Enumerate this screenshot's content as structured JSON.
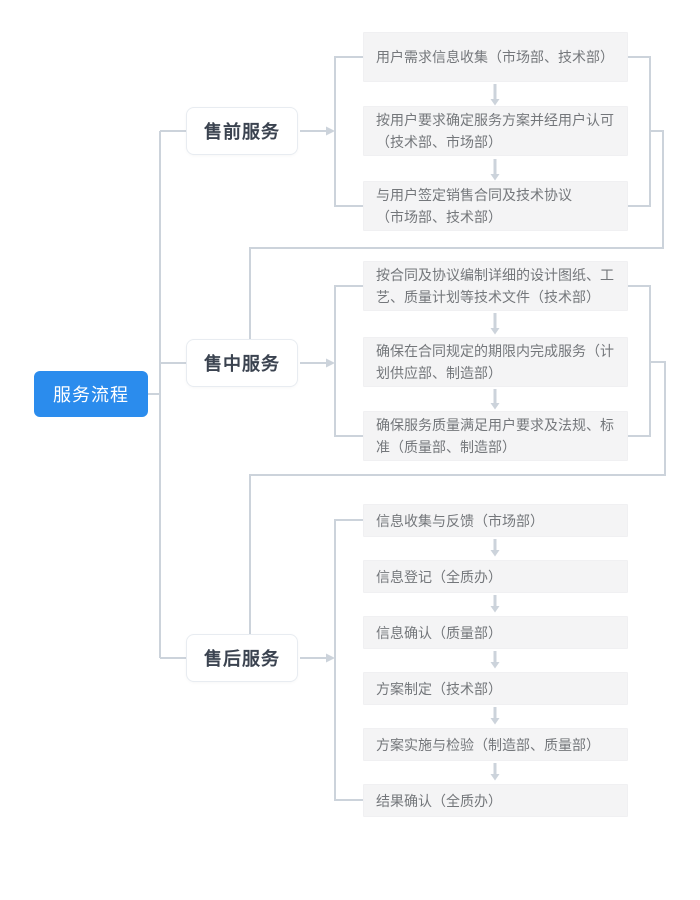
{
  "title": "服务流程",
  "colors": {
    "page_bg": "#ffffff",
    "root_bg": "#2b8ced",
    "root_text": "#ffffff",
    "line": "#ccd3db",
    "branch_bg": "#ffffff",
    "branch_border": "#e8ecf1",
    "branch_text": "#3b4350",
    "step_bg": "#f4f4f5",
    "step_border": "#f0f0f2",
    "step_text": "#74777b"
  },
  "root": {
    "label": "服务流程"
  },
  "groups": [
    {
      "label": "售前服务",
      "steps": [
        "用户需求信息收集（市场部、技术部）",
        "按用户要求确定服务方案并经用户认可\n（技术部、市场部）",
        "与用户签定销售合同及技术协议\n（市场部、技术部）"
      ]
    },
    {
      "label": "售中服务",
      "steps": [
        "按合同及协议编制详细的设计图纸、工\n艺、质量计划等技术文件（技术部）",
        "确保在合同规定的期限内完成服务（计\n划供应部、制造部）",
        "确保服务质量满足用户要求及法规、标\n准（质量部、制造部）"
      ]
    },
    {
      "label": "售后服务",
      "steps": [
        "信息收集与反馈（市场部）",
        "信息登记（全质办）",
        "信息确认（质量部）",
        "方案制定（技术部）",
        "方案实施与检验（制造部、质量部）",
        "结果确认（全质办）"
      ]
    }
  ]
}
